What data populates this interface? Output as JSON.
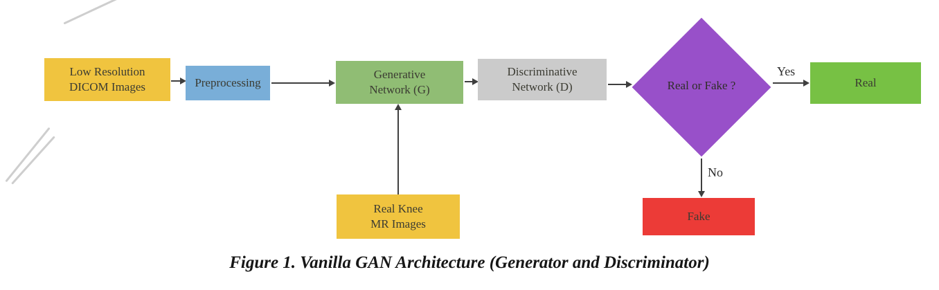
{
  "figure": {
    "caption": "Figure 1. Vanilla GAN Architecture (Generator and Discriminator)"
  },
  "nodes": {
    "low_res": {
      "line1": "Low Resolution",
      "line2": "DICOM Images",
      "color": "#f0c43f"
    },
    "preprocessing": {
      "label": "Preprocessing",
      "color": "#79aed8"
    },
    "generative": {
      "line1": "Generative",
      "line2": "Network (G)",
      "color": "#90bd74"
    },
    "discriminative": {
      "line1": "Discriminative",
      "line2": "Network (D)",
      "color": "#cbcbcb"
    },
    "decision": {
      "label": "Real or Fake ?",
      "color": "#9850c9"
    },
    "real": {
      "label": "Real",
      "color": "#77c144"
    },
    "fake": {
      "label": "Fake",
      "color": "#ec3b37"
    },
    "real_knee": {
      "line1": "Real Knee",
      "line2": "MR Images",
      "color": "#f0c43f"
    }
  },
  "edge_labels": {
    "yes": "Yes",
    "no": "No"
  }
}
